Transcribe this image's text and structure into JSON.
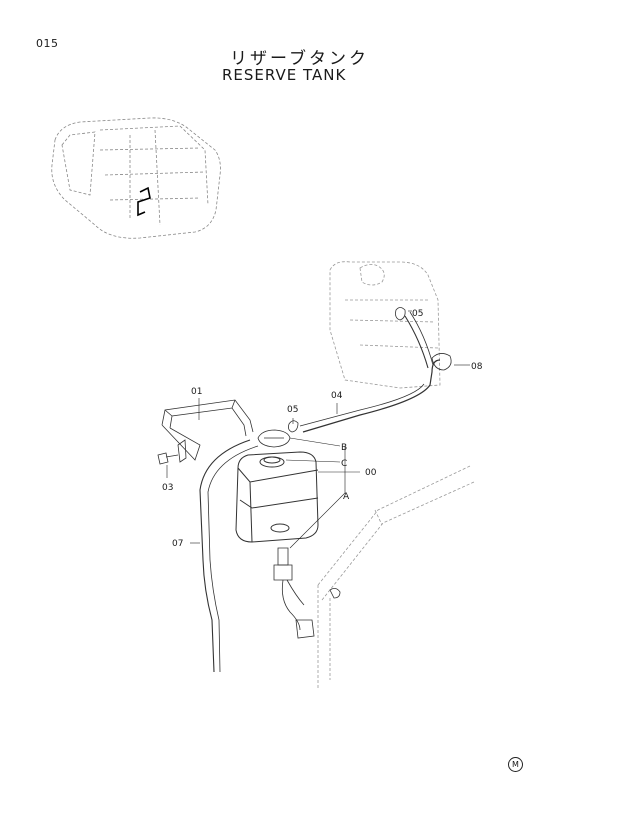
{
  "header": {
    "page_number": "015",
    "title_jp": "リザーブタンク",
    "title_en": "RESERVE TANK"
  },
  "callouts": {
    "c01": "01",
    "c03": "03",
    "c04": "04",
    "c05a": "05",
    "c05b": "05",
    "c07": "07",
    "c08": "08",
    "c00": "00",
    "cA": "A",
    "cB": "B",
    "cC": "C"
  },
  "footer": {
    "mark": "M"
  }
}
